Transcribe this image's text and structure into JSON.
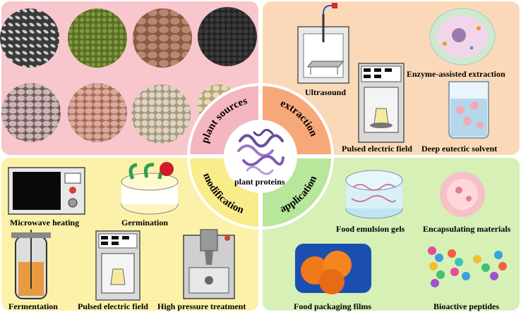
{
  "center": {
    "label": "plant proteins"
  },
  "ring": {
    "top_left": "plant sources",
    "top_right": "extraction",
    "bottom_left": "modification",
    "bottom_right": "application"
  },
  "extraction": {
    "ultrasound": "Ultrasound",
    "enzyme": "Enzyme-assisted extraction",
    "pef": "Pulsed electric field",
    "des": "Deep eutectic solvent"
  },
  "modification": {
    "microwave": "Microwave heating",
    "germination": "Germination",
    "fermentation": "Fermentation",
    "pef": "Pulsed electric field",
    "hpt": "High pressure treatment"
  },
  "application": {
    "gels": "Food emulsion gels",
    "encapsulating": "Encapsulating materials",
    "packaging": "Food packaging films",
    "peptides": "Bioactive peptides"
  },
  "colors": {
    "sources_bg": "#f7c7cd",
    "extraction_bg": "#fbd9b8",
    "modification_bg": "#fbf1a8",
    "application_bg": "#d6f0b5",
    "ring_sources": "#f4b6c0",
    "ring_extraction": "#f7a878",
    "ring_modification": "#f9ec8a",
    "ring_application": "#b8e69a"
  }
}
